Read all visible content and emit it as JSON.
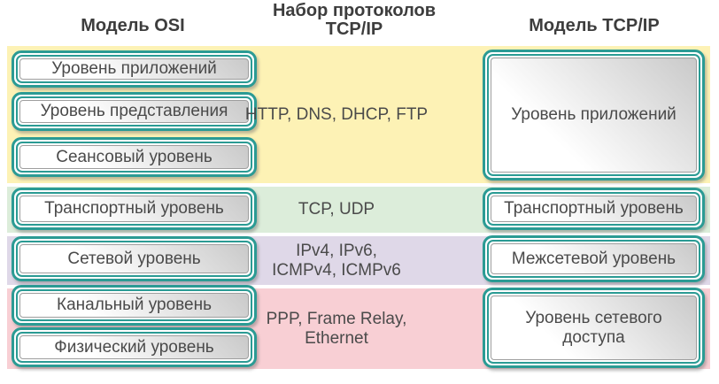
{
  "headers": {
    "osi_model": "Модель OSI",
    "protocol_suite_line1": "Набор протоколов",
    "protocol_suite_line2": "TCP/IP",
    "tcpip_model": "Модель TCP/IP"
  },
  "osi_model": {
    "layers": [
      {
        "label": "Уровень приложений"
      },
      {
        "label": "Уровень представления"
      },
      {
        "label": "Сеансовый уровень"
      },
      {
        "label": "Транспортный уровень"
      },
      {
        "label": "Сетевой уровень"
      },
      {
        "label": "Канальный уровень"
      },
      {
        "label": "Физический уровень"
      }
    ]
  },
  "protocol_suite": {
    "application": "HTTP, DNS, DHCP, FTP",
    "transport": "TCP, UDP",
    "internet_line1": "IPv4, IPv6,",
    "internet_line2": "ICMPv4, ICMPv6",
    "network_access_line1": "PPP, Frame Relay,",
    "network_access_line2": "Ethernet"
  },
  "tcpip_model": {
    "layers": [
      {
        "label": "Уровень приложений"
      },
      {
        "label": "Транспортный уровень"
      },
      {
        "label": "Межсетевой уровень"
      },
      {
        "label": "Уровень сетевого доступа"
      }
    ]
  },
  "colors": {
    "teal_border": "#2B9B94",
    "band_application": "#FDF2B5",
    "band_transport": "#DCEDDA",
    "band_internet": "#DFD8E8",
    "band_network_access": "#F8CFD4",
    "box_text": "#4A4A4A",
    "header_text": "#3D3D3D"
  }
}
